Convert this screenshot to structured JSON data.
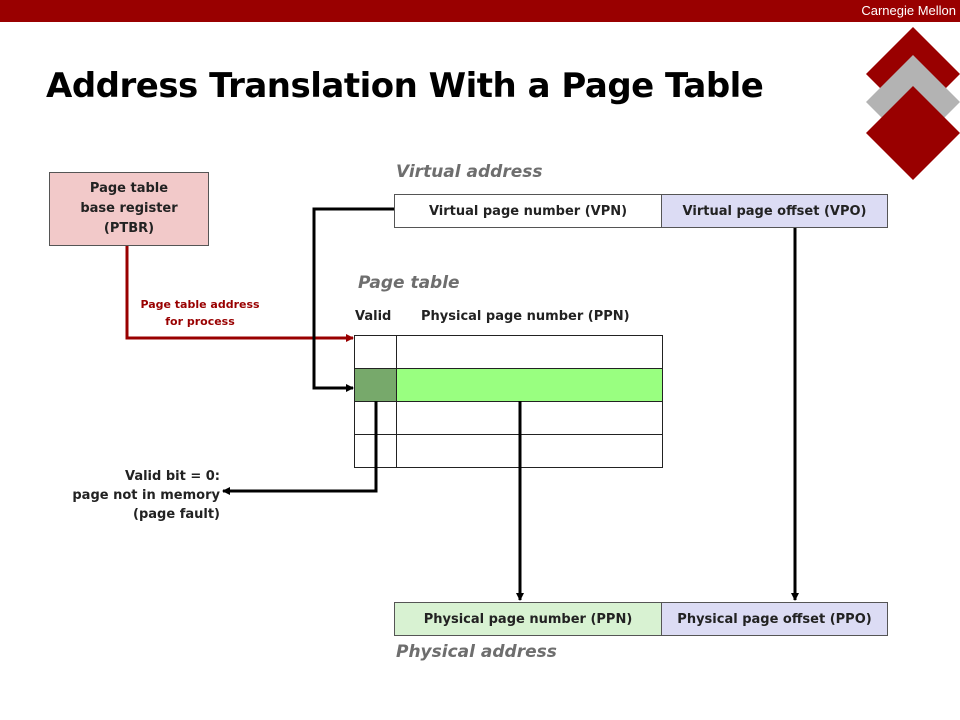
{
  "header": {
    "brand": "Carnegie Mellon",
    "title": "Address Translation With a Page Table"
  },
  "ptbr": {
    "line1": "Page table",
    "line2": "base register",
    "line3": "(PTBR)"
  },
  "ptbr_arrow_label": {
    "line1": "Page table address",
    "line2": "for process"
  },
  "virtual_address": {
    "label": "Virtual address",
    "vpn": "Virtual page number (VPN)",
    "vpo": "Virtual page offset (VPO)"
  },
  "page_table": {
    "label": "Page table",
    "col_valid": "Valid",
    "col_ppn": "Physical page number (PPN)",
    "row_count": 4,
    "highlighted_row": 1
  },
  "fault_note": {
    "line1": "Valid bit = 0:",
    "line2": "page not in memory",
    "line3": "(page fault)"
  },
  "physical_address": {
    "label": "Physical address",
    "ppn": "Physical page number (PPN)",
    "ppo": "Physical page offset (PPO)"
  },
  "colors": {
    "brand_red": "#990000",
    "logo_gray": "#b3b3b3",
    "ptbr_fill": "#f2c9c9",
    "offset_fill": "#dcdcf4",
    "ppn_fill": "#d8f2d2",
    "valid_highlight": "#77a96b",
    "ppn_highlight": "#99ff80"
  }
}
